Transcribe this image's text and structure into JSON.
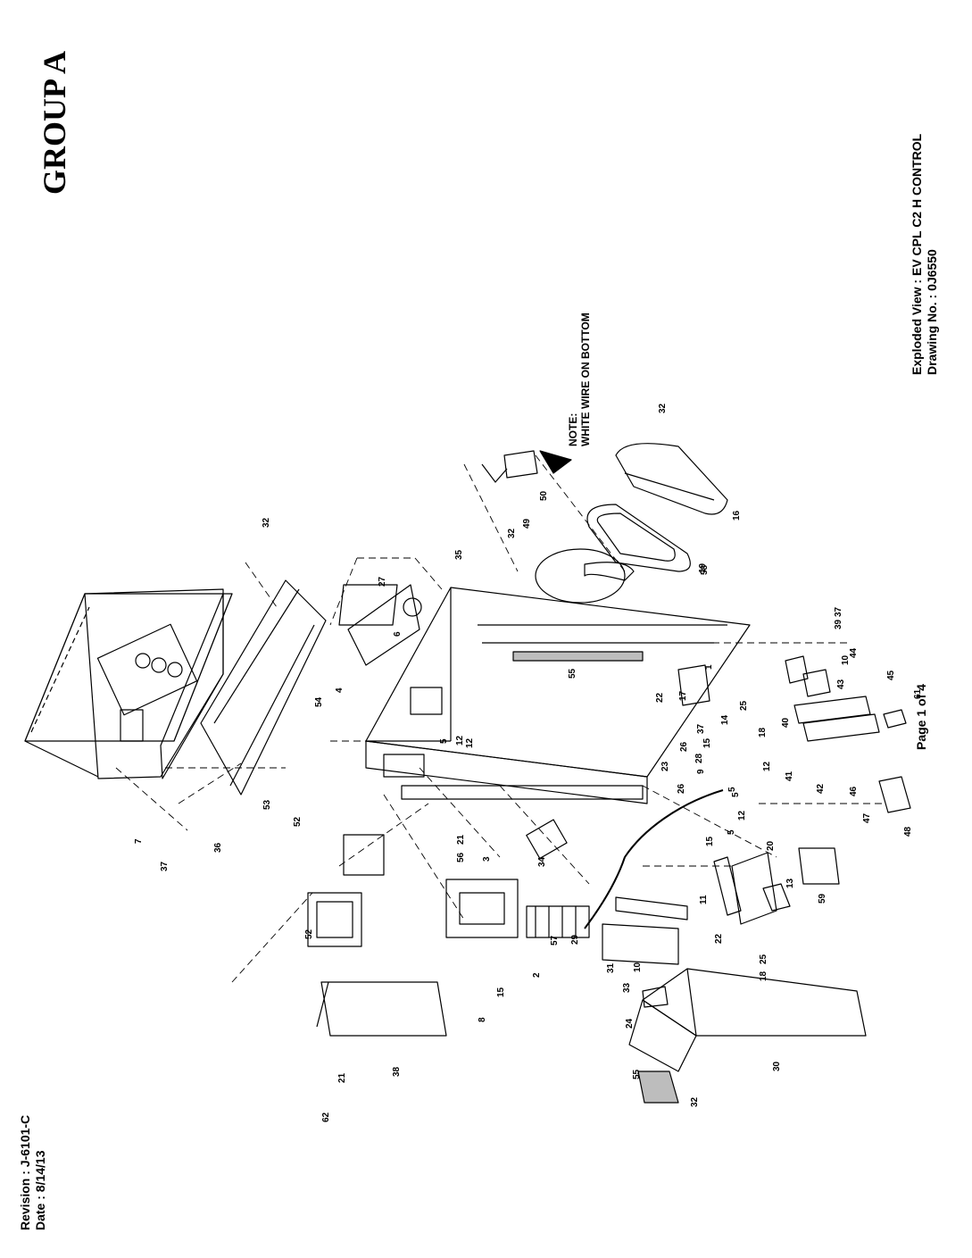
{
  "group_title": "GROUP A",
  "title_block": {
    "view_line": "Exploded View : EV CPL C2 H CONTROL",
    "drawing_line": "Drawing No. : 0J6550"
  },
  "revision_block": {
    "revision_line": "Revision : J-6101-C",
    "date_line": "Date : 8/14/13"
  },
  "page_label": "Page 1 of 4",
  "note": {
    "line1": "NOTE:",
    "line2": "WHITE WIRE ON BOTTOM"
  },
  "callouts": [
    "1",
    "2",
    "3",
    "4",
    "5",
    "5",
    "5",
    "5",
    "6",
    "7",
    "8",
    "9",
    "10",
    "10",
    "11",
    "12",
    "12",
    "12",
    "12",
    "13",
    "14",
    "15",
    "15",
    "15",
    "16",
    "17",
    "18",
    "18",
    "19",
    "20",
    "21",
    "21",
    "22",
    "22",
    "23",
    "24",
    "25",
    "25",
    "26",
    "26",
    "27",
    "28",
    "29",
    "30",
    "31",
    "32",
    "32",
    "32",
    "32",
    "33",
    "34",
    "35",
    "36",
    "37",
    "37",
    "37",
    "38",
    "39",
    "40",
    "41",
    "42",
    "43",
    "44",
    "45",
    "46",
    "47",
    "48",
    "49",
    "50",
    "52",
    "52",
    "53",
    "54",
    "55",
    "55",
    "56",
    "57",
    "58",
    "59",
    "61",
    "62"
  ],
  "colors": {
    "ink": "#000000",
    "paper": "#ffffff",
    "gasket_fill": "#bdbdbd"
  }
}
